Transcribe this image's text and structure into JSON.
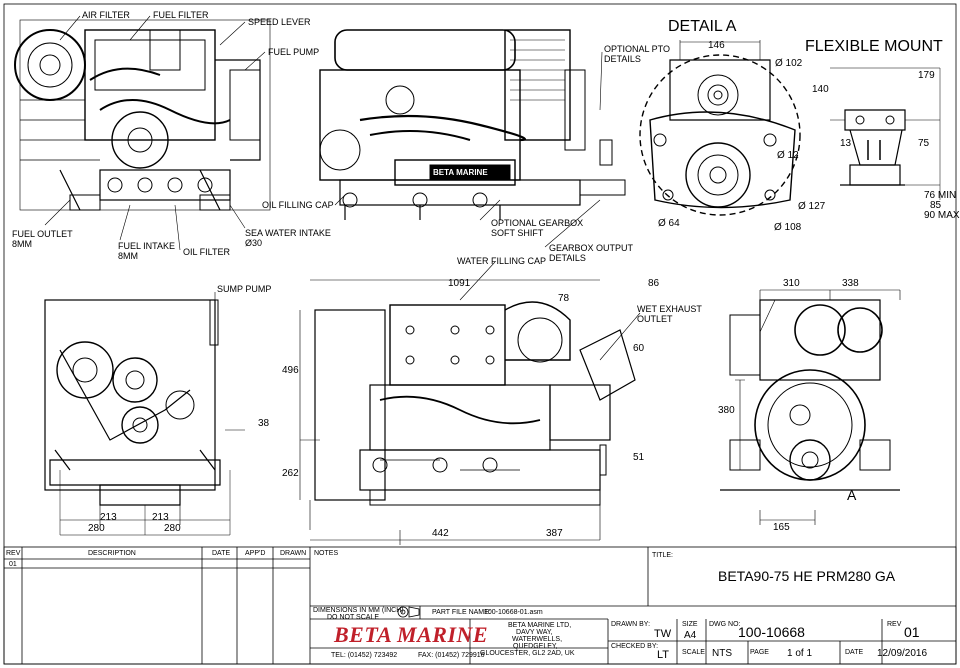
{
  "detail_title": "DETAIL A",
  "mount_title": "FLEXIBLE MOUNT",
  "callouts": {
    "air_filter": "AIR FILTER",
    "fuel_filter": "FUEL FILTER",
    "speed_lever": "SPEED LEVER",
    "fuel_pump": "FUEL PUMP",
    "optional_pto": "OPTIONAL PTO",
    "details_1": "DETAILS",
    "oil_filling_cap": "OIL FILLING CAP",
    "optional_gearbox": "OPTIONAL GEARBOX",
    "soft_shift": "SOFT SHIFT",
    "fuel_outlet": "FUEL OUTLET",
    "fuel_outlet_size": "8MM",
    "fuel_intake": "FUEL INTAKE",
    "fuel_intake_size": "8MM",
    "oil_filter": "OIL FILTER",
    "sea_water_intake": "SEA WATER INTAKE",
    "sea_water_size": "Ø30",
    "gearbox_output": "GEARBOX OUTPUT",
    "details_2": "DETAILS",
    "water_filling_cap": "WATER FILLING CAP",
    "sump_pump": "SUMP PUMP",
    "wet_exhaust": "WET EXHAUST",
    "outlet": "OUTLET",
    "engine_badge": "BETA MARINE",
    "view_marker": "A"
  },
  "dimensions": {
    "d146": "146",
    "d102": "Ø 102",
    "d12": "Ø 12",
    "d127": "Ø 127",
    "d64": "Ø 64",
    "d108": "Ø 108",
    "d179": "179",
    "d140": "140",
    "d13": "13",
    "d75": "75",
    "d76": "76 MIN",
    "d85": "85",
    "d90": "90 MAX",
    "d1091": "1091",
    "d86": "86",
    "d78": "78",
    "d60": "60",
    "d496": "496",
    "d262": "262",
    "d442": "442",
    "d387": "387",
    "d51": "51",
    "d38": "38",
    "d213a": "213",
    "d213b": "213",
    "d280a": "280",
    "d280b": "280",
    "d310": "310",
    "d338": "338",
    "d380": "380",
    "d165": "165"
  },
  "title_block": {
    "rev_header": "REV",
    "description_header": "DESCRIPTION",
    "date_header": "DATE",
    "appd_header": "APP'D",
    "drawn_header": "DRAWN",
    "notes_header": "NOTES",
    "rev_row": "01",
    "title_label": "TITLE:",
    "title": "BETA90-75 HE PRM280 GA",
    "dimensions_note": "DIMENSIONS IN MM (INCH)",
    "scale_note": "DO NOT SCALE",
    "part_file_label": "PART FILE NAME:",
    "part_file": "100-10668-01.asm",
    "logo": "BETA MARINE",
    "address_1": "BETA MARINE LTD,",
    "address_2": "DAVY WAY,",
    "address_3": "WATERWELLS,",
    "address_4": "QUEDGELEY,",
    "address_5": "GLOUCESTER, GL2 2AD, UK",
    "tel": "TEL: (01452) 723492",
    "fax": "FAX: (01452) 729916",
    "drawn_by_label": "DRAWN BY:",
    "drawn_by": "TW",
    "checked_by_label": "CHECKED BY:",
    "checked_by": "LT",
    "size_label": "SIZE",
    "size": "A4",
    "dwg_no_label": "DWG NO:",
    "dwg_no": "100-10668",
    "rev_label": "REV",
    "rev": "01",
    "scale_label": "SCALE",
    "scale": "NTS",
    "page_label": "PAGE",
    "page": "1 of 1",
    "date_label": "DATE",
    "date": "12/09/2016"
  }
}
